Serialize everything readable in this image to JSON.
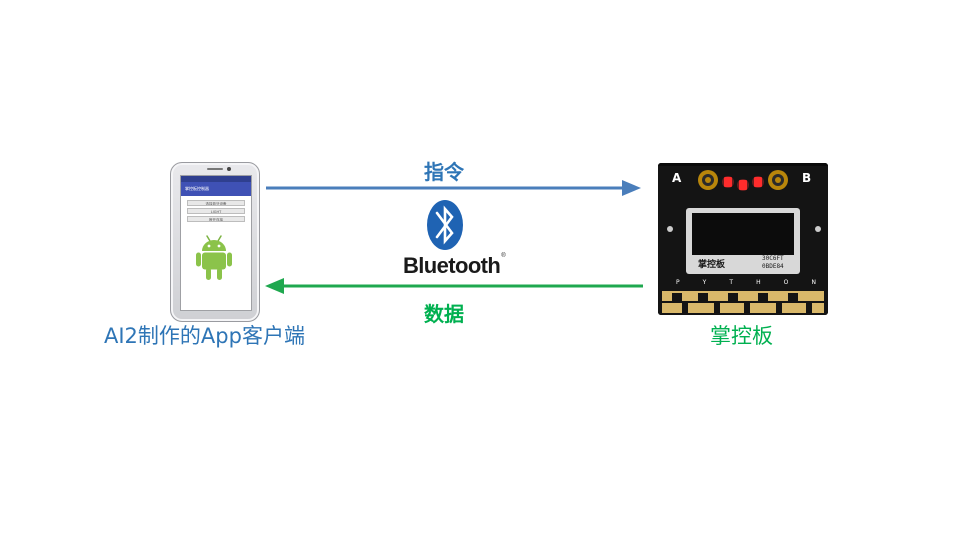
{
  "labels": {
    "client": "AI2制作的App客户端",
    "board": "掌控板",
    "command": "指令",
    "data": "数据",
    "bluetooth": "Bluetooth",
    "bluetooth_mark": "®"
  },
  "phone_screen": {
    "title": "掌控板控制器",
    "buttons": [
      "选择蓝牙设备",
      "LIGHT",
      "断开连接"
    ]
  },
  "board": {
    "button_a": "A",
    "button_b": "B",
    "chip_text_1": "30C6FT",
    "chip_text_2": "0BDE84",
    "brand": "掌控板",
    "pins": [
      "P",
      "Y",
      "T",
      "H",
      "O",
      "N"
    ]
  },
  "colors": {
    "command_arrow": "#4a7ebb",
    "data_arrow": "#1fa84f",
    "client_label": "#2e75b6",
    "board_label": "#00b050",
    "bluetooth_blue": "#1f63b3"
  }
}
